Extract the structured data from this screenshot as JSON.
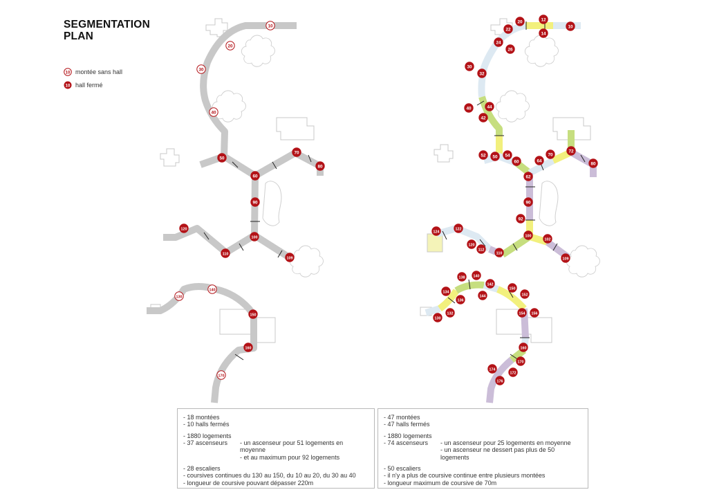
{
  "title": {
    "line1": "SEGMENTATION",
    "line2": "PLAN"
  },
  "legend": [
    {
      "marker": "10",
      "label": "montée sans hall",
      "style": "outline"
    },
    {
      "marker": "10",
      "label": "hall fermé",
      "style": "filled"
    }
  ],
  "colors": {
    "marker_red": "#b31217",
    "path_grey": "#c8c8c8",
    "lime": "#c6de7f",
    "yellow": "#f2f07d",
    "lilac": "#cbbdd8",
    "pale_blue": "#dde9f2"
  },
  "left_markers": [
    {
      "label": "10",
      "style": "outline"
    },
    {
      "label": "20",
      "style": "outline"
    },
    {
      "label": "30",
      "style": "outline"
    },
    {
      "label": "40",
      "style": "outline"
    },
    {
      "label": "50",
      "style": "filled"
    },
    {
      "label": "60",
      "style": "filled"
    },
    {
      "label": "70",
      "style": "filled"
    },
    {
      "label": "80",
      "style": "filled"
    },
    {
      "label": "90",
      "style": "filled"
    },
    {
      "label": "100",
      "style": "filled"
    },
    {
      "label": "110",
      "style": "filled"
    },
    {
      "label": "120",
      "style": "filled"
    },
    {
      "label": "109",
      "style": "filled"
    },
    {
      "label": "130",
      "style": "outline"
    },
    {
      "label": "140",
      "style": "outline"
    },
    {
      "label": "150",
      "style": "filled"
    },
    {
      "label": "160",
      "style": "filled"
    },
    {
      "label": "170",
      "style": "outline"
    }
  ],
  "right_markers": [
    {
      "label": "10"
    },
    {
      "label": "12"
    },
    {
      "label": "14"
    },
    {
      "label": "20"
    },
    {
      "label": "22"
    },
    {
      "label": "24"
    },
    {
      "label": "26"
    },
    {
      "label": "30"
    },
    {
      "label": "32"
    },
    {
      "label": "40"
    },
    {
      "label": "42"
    },
    {
      "label": "44"
    },
    {
      "label": "50"
    },
    {
      "label": "52"
    },
    {
      "label": "54"
    },
    {
      "label": "60"
    },
    {
      "label": "62"
    },
    {
      "label": "64"
    },
    {
      "label": "70"
    },
    {
      "label": "72"
    },
    {
      "label": "80"
    },
    {
      "label": "90"
    },
    {
      "label": "92"
    },
    {
      "label": "100"
    },
    {
      "label": "102"
    },
    {
      "label": "109"
    },
    {
      "label": "110"
    },
    {
      "label": "112"
    },
    {
      "label": "120"
    },
    {
      "label": "122"
    },
    {
      "label": "124"
    },
    {
      "label": "130"
    },
    {
      "label": "132"
    },
    {
      "label": "134"
    },
    {
      "label": "136"
    },
    {
      "label": "138"
    },
    {
      "label": "140"
    },
    {
      "label": "142"
    },
    {
      "label": "144"
    },
    {
      "label": "150"
    },
    {
      "label": "152"
    },
    {
      "label": "154"
    },
    {
      "label": "156"
    },
    {
      "label": "160"
    },
    {
      "label": "170"
    },
    {
      "label": "172"
    },
    {
      "label": "174"
    },
    {
      "label": "176"
    }
  ],
  "left_box": {
    "entries": "- 18 montées",
    "halls": "- 10 halls fermés",
    "logements": "- 1880 logements",
    "ascenseurs": "- 37 ascenseurs",
    "asc_note1": "- un ascenseur pour 51 logements en moyenne",
    "asc_note2": "- et au maximum pour 92 logements",
    "escaliers": "- 28 escaliers",
    "coursives": "- coursives continues du 130 au 150, du 10 au 20, du 30 au 40",
    "longueur": "- longueur de coursive pouvant dépasser 220m"
  },
  "right_box": {
    "entries": "- 47 montées",
    "halls": "- 47 halls fermés",
    "logements": "- 1880 logements",
    "ascenseurs": "- 74 ascenseurs",
    "asc_note1": "- un ascenseur pour 25 logements en moyenne",
    "asc_note2": "- un ascenseur ne dessert pas plus de 50 logements",
    "escaliers": "- 50 escaliers",
    "coursives": "- il n'y a plus de coursive continue entre plusieurs montées",
    "longueur": "- longueur maximum de coursive de 70m"
  }
}
